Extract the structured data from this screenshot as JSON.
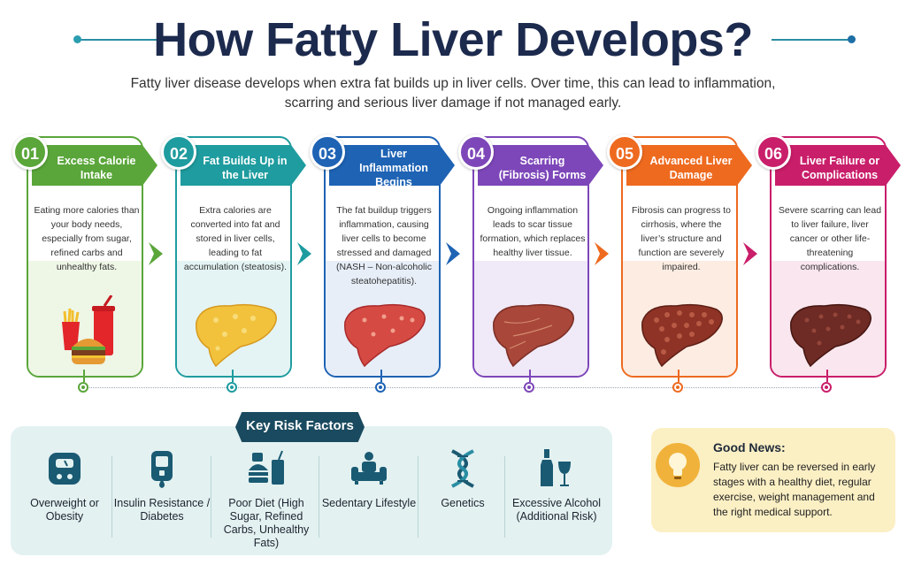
{
  "header": {
    "title": "How Fatty Liver Develops?",
    "subtitle": "Fatty liver disease develops when extra fat builds up in liver cells. Over time, this can lead to inflammation, scarring and serious liver damage if not managed early."
  },
  "steps": [
    {
      "num": "01",
      "title": "Excess Calorie Intake",
      "desc": "Eating more calories than your body needs, especially from sugar, refined carbs and unhealthy fats.",
      "color": "#5aa63a",
      "tint": "#eef6e6",
      "illus": "fast-food-icon"
    },
    {
      "num": "02",
      "title": "Fat Builds Up in the Liver",
      "desc": "Extra calories are converted into fat and stored in liver cells, leading to fat accumulation (steatosis).",
      "color": "#1f9c9f",
      "tint": "#e4f4f4",
      "illus": "fatty-liver-icon"
    },
    {
      "num": "03",
      "title": "Liver Inflammation Begins",
      "desc": "The fat buildup triggers inflammation, causing liver cells to become stressed and damaged (NASH – Non-alcoholic steatohepatitis).",
      "color": "#1e63b4",
      "tint": "#e7eef8",
      "illus": "inflamed-liver-icon"
    },
    {
      "num": "04",
      "title": "Scarring (Fibrosis) Forms",
      "desc": "Ongoing inflammation leads to scar tissue formation, which replaces healthy liver tissue.",
      "color": "#7d47b9",
      "tint": "#f0e9f7",
      "illus": "fibrotic-liver-icon"
    },
    {
      "num": "05",
      "title": "Advanced Liver Damage",
      "desc": "Fibrosis can progress to cirrhosis, where the liver’s structure and function are severely impaired.",
      "color": "#ee6a1f",
      "tint": "#fcece2",
      "illus": "cirrhotic-liver-icon"
    },
    {
      "num": "06",
      "title": "Liver Failure or Complications",
      "desc": "Severe scarring can lead to liver failure, liver cancer or other life-threatening complications.",
      "color": "#c91e6a",
      "tint": "#f9e6ee",
      "illus": "failing-liver-icon"
    }
  ],
  "risk": {
    "title": "Key Risk Factors",
    "items": [
      {
        "label": "Overweight or Obesity",
        "icon": "scale-icon"
      },
      {
        "label": "Insulin Resistance / Diabetes",
        "icon": "glucose-meter-icon"
      },
      {
        "label": "Poor Diet (High Sugar, Refined Carbs, Unhealthy Fats)",
        "icon": "junk-food-icon"
      },
      {
        "label": "Sedentary Lifestyle",
        "icon": "couch-person-icon"
      },
      {
        "label": "Genetics",
        "icon": "dna-icon"
      },
      {
        "label": "Excessive Alcohol (Additional Risk)",
        "icon": "alcohol-icon"
      }
    ],
    "color": "#1a5a72"
  },
  "good_news": {
    "title": "Good News:",
    "text": "Fatty liver can be reversed in early stages with a healthy diet, regular exercise, weight management and the right medical support.",
    "icon": "lightbulb-icon"
  }
}
